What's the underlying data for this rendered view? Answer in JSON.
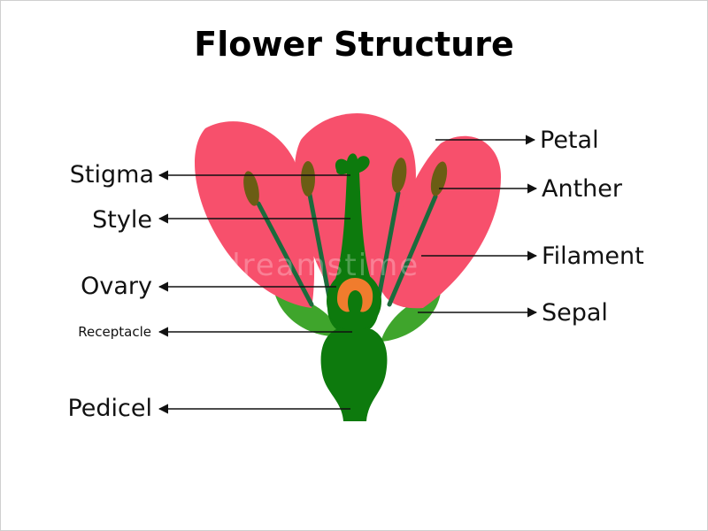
{
  "title": "Flower Structure",
  "watermark": "dreamstime",
  "colors": {
    "petal": "#f7506c",
    "stem": "#0d7a0d",
    "sepal": "#3fa52c",
    "anther": "#6b5d14",
    "ovary": "#f07c2d",
    "filament": "#1b6b3c"
  },
  "labels": {
    "stigma": "Stigma",
    "style": "Style",
    "ovary": "Ovary",
    "receptacle": "Receptacle",
    "pedicel": "Pedicel",
    "petal": "Petal",
    "anther": "Anther",
    "filament": "Filament",
    "sepal": "Sepal"
  }
}
